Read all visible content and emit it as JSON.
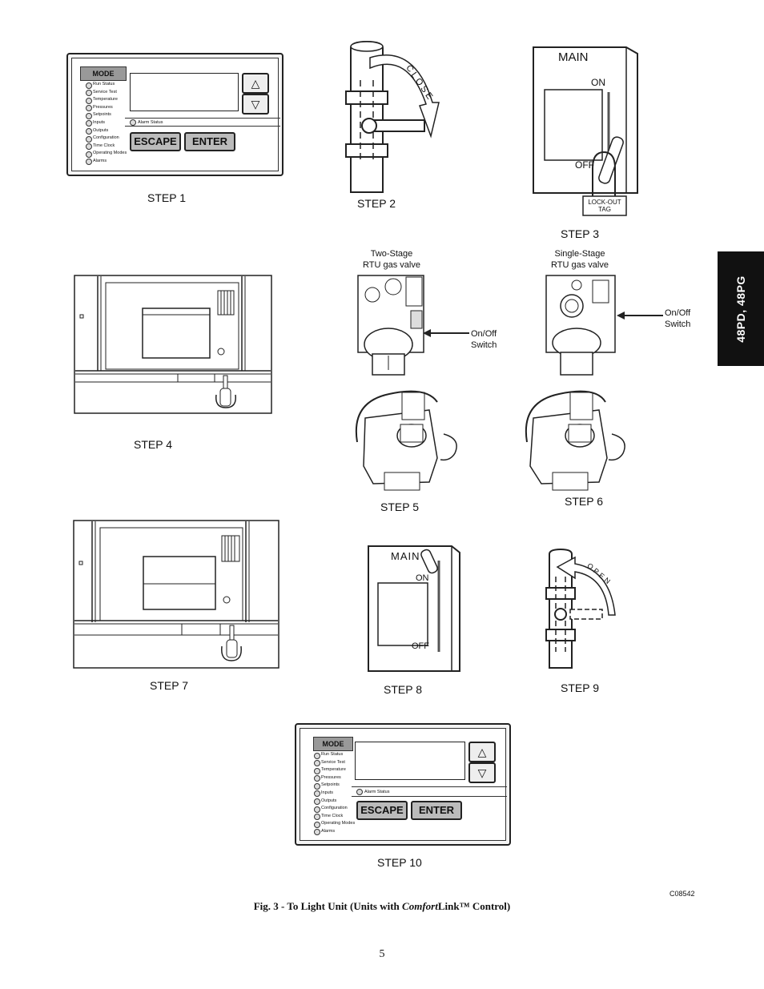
{
  "side_tab": "48PD, 48PG",
  "steps": [
    "STEP 1",
    "STEP 2",
    "STEP 3",
    "STEP 4",
    "STEP 5",
    "STEP 6",
    "STEP 7",
    "STEP 8",
    "STEP 9",
    "STEP 10"
  ],
  "controller": {
    "mode_label": "MODE",
    "modes": [
      "Run Status",
      "Service Test",
      "Temperature",
      "Pressures",
      "Setpoints",
      "Inputs",
      "Outputs",
      "Configuration",
      "Time Clock",
      "Operating Modes",
      "Alarms"
    ],
    "alarm_status": "Alarm Status",
    "escape_label": "ESCAPE",
    "enter_label": "ENTER"
  },
  "step2": {
    "arrow_text": "CLOSE"
  },
  "step3": {
    "main": "MAIN",
    "on": "ON",
    "off": "OFF",
    "tag": "LOCK-OUT TAG"
  },
  "valves": {
    "two_stage": "Two-Stage\nRTU gas valve",
    "single_stage": "Single-Stage\nRTU gas valve",
    "switch_label": "On/Off\nSwitch"
  },
  "step8": {
    "main": "MAIN",
    "on": "ON",
    "off": "OFF"
  },
  "step9": {
    "arrow_text": "OPEN"
  },
  "code": "C08542",
  "caption": {
    "prefix": "Fig. 3 - To Light Unit (Units with ",
    "italic": "Comfort",
    "suffix": "Link™ Control)"
  },
  "page_number": "5"
}
